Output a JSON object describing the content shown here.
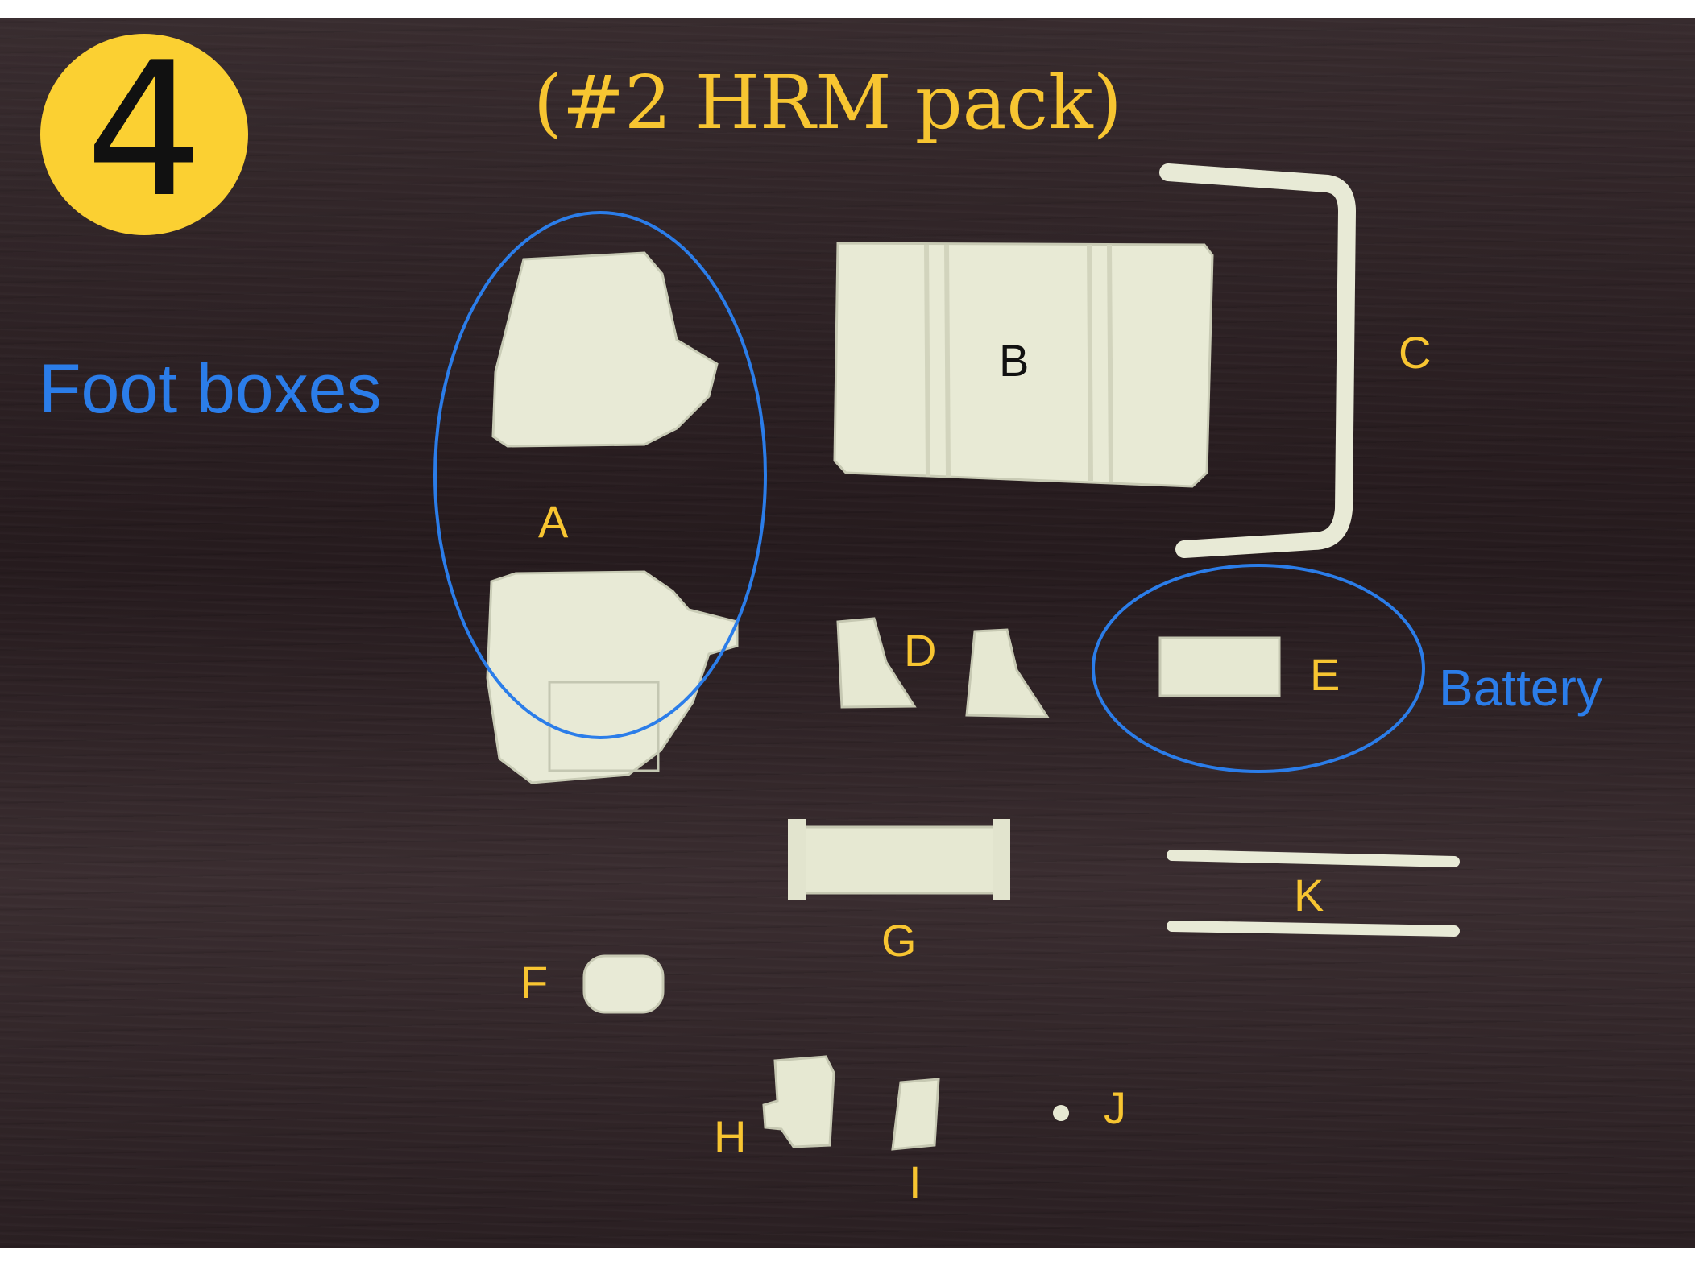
{
  "badge": {
    "number": "4",
    "color": "#fbd032"
  },
  "title": "(#2 HRM pack)",
  "annotations": {
    "foot_boxes": "Foot boxes",
    "battery": "Battery"
  },
  "part_labels": {
    "a": "A",
    "b": "B",
    "c": "C",
    "d": "D",
    "e": "E",
    "f": "F",
    "g": "G",
    "h": "H",
    "i": "I",
    "j": "J",
    "k": "K"
  },
  "colors": {
    "label_yellow": "#f7c531",
    "annotation_blue": "#2b7de9",
    "part_resin": "#e9ecd8",
    "table_wood": "#2a1f22"
  }
}
